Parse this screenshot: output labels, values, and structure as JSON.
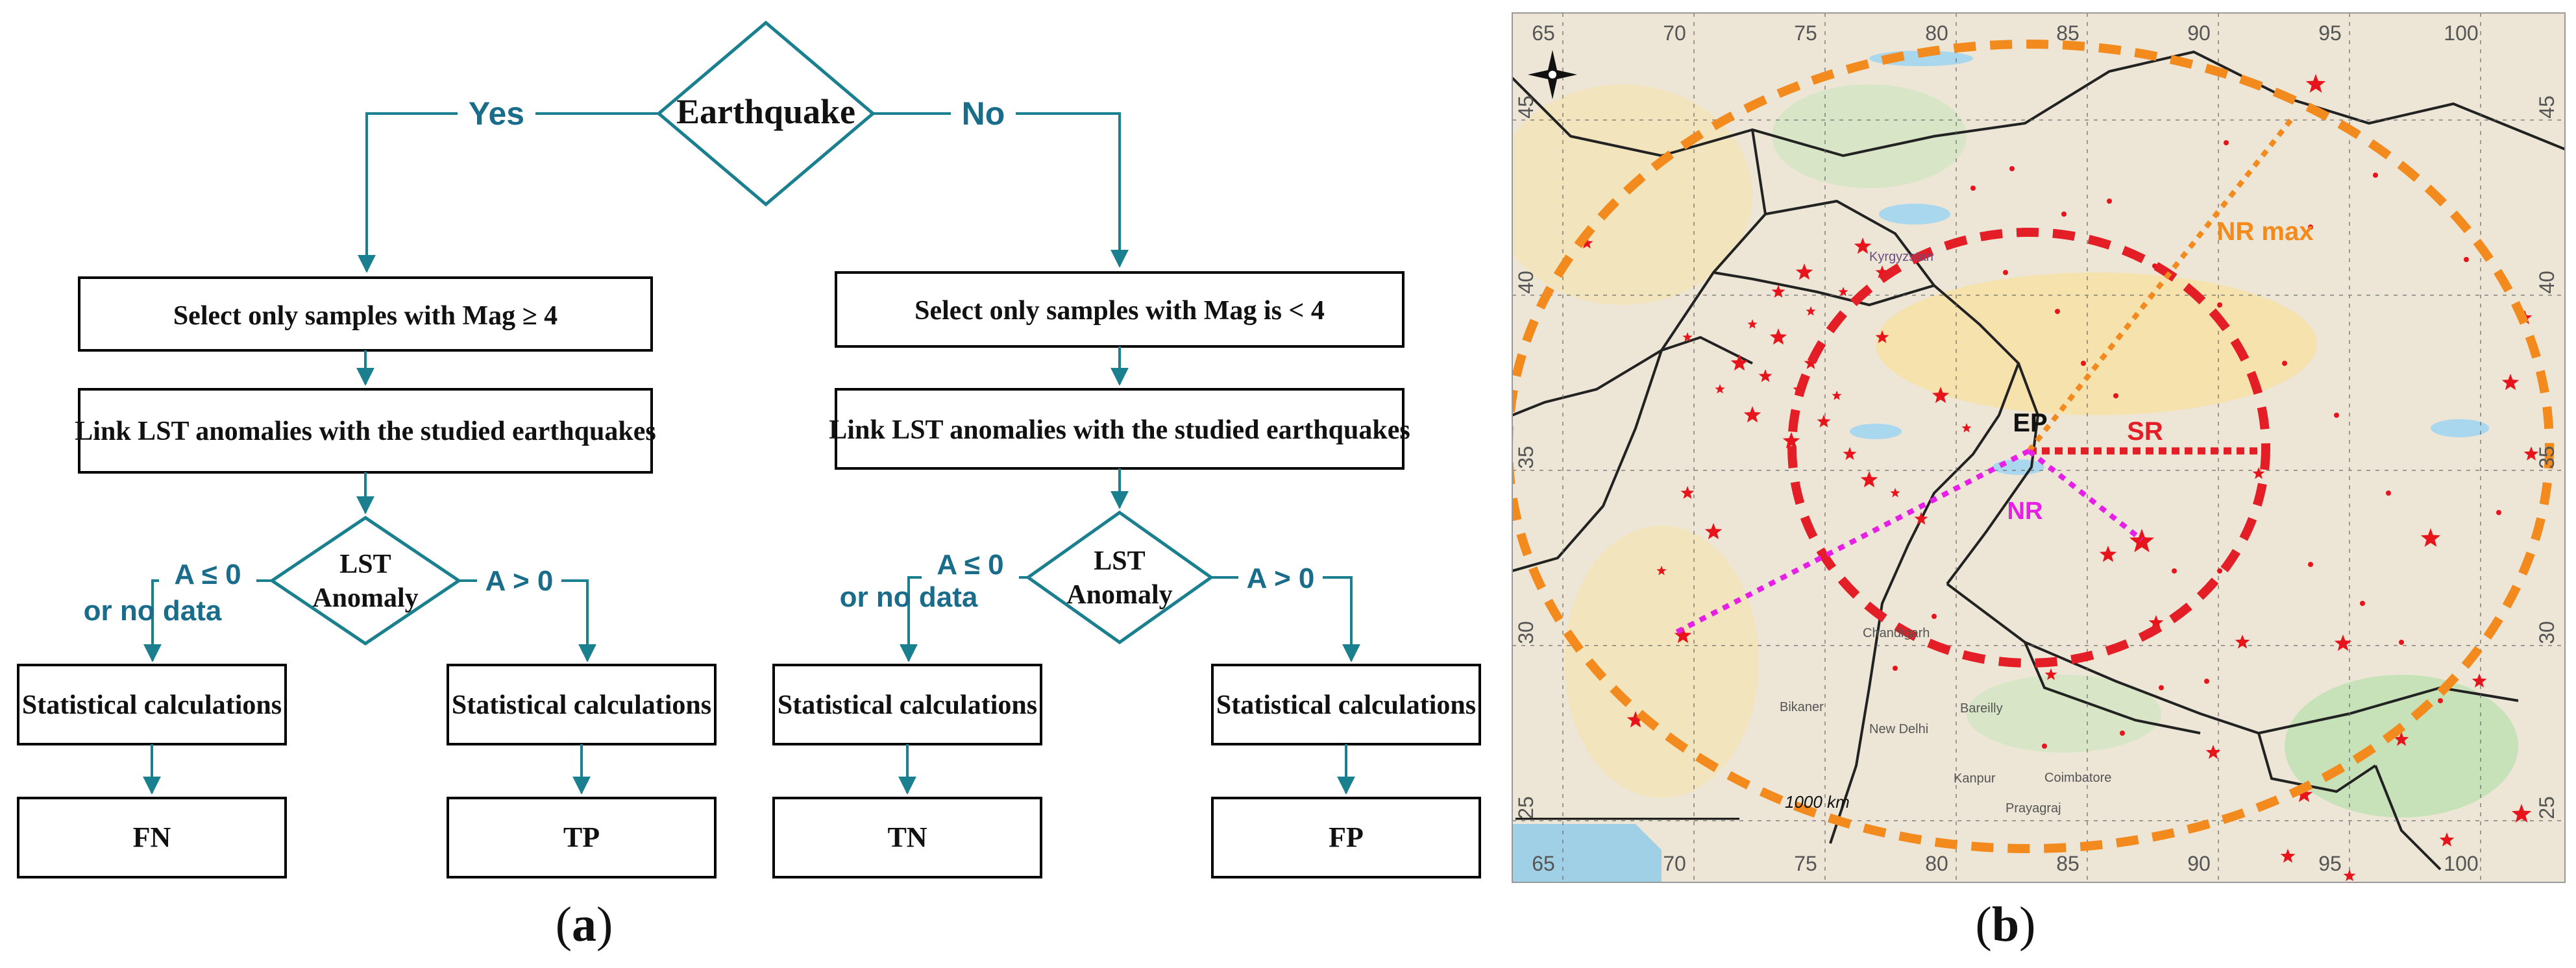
{
  "panel_a": {
    "decision_top": "Earthquake",
    "branch_yes": "Yes",
    "branch_no": "No",
    "left": {
      "select": "Select only samples with Mag ≥ 4",
      "link": "Link LST anomalies with the studied earthquakes",
      "decision_line1": "LST",
      "decision_line2": "Anomaly",
      "cond_left_line1": "A ≤ 0",
      "cond_left_line2": "or no data",
      "cond_right": "A > 0",
      "calc_left": "Statistical calculations",
      "calc_right": "Statistical calculations",
      "out_left": "FN",
      "out_right": "TP"
    },
    "right": {
      "select": "Select only samples with Mag is < 4",
      "link": "Link LST anomalies with the studied earthquakes",
      "decision_line1": "LST",
      "decision_line2": "Anomaly",
      "cond_left_line1": "A ≤ 0",
      "cond_left_line2": "or no data",
      "cond_right": "A > 0",
      "calc_left": "Statistical calculations",
      "calc_right": "Statistical calculations",
      "out_left": "TN",
      "out_right": "FP"
    },
    "caption_open": "(",
    "caption_letter": "a",
    "caption_close": ")"
  },
  "panel_b": {
    "lon_ticks": [
      "65",
      "70",
      "75",
      "80",
      "85",
      "90",
      "95",
      "100"
    ],
    "lat_ticks": [
      "45",
      "40",
      "35",
      "30",
      "25"
    ],
    "label_ep": "EP",
    "label_sr": "SR",
    "label_nr": "NR",
    "label_nrmax": "NR max",
    "scale_label": "1000 km",
    "place_names": [
      "Kyrgyzstan",
      "Chandigarh",
      "New Delhi",
      "Bikaner",
      "Bareilly",
      "Kanpur",
      "Prayagraj",
      "Coimbatore"
    ],
    "caption_open": "(",
    "caption_letter": "b",
    "caption_close": ")"
  },
  "colors": {
    "flow_stroke": "#1a7f8e",
    "flow_text": "#1a6d8a",
    "ring_outer": "#f28a1e",
    "ring_inner": "#e41e26",
    "nr_line": "#e61ee6",
    "star": "#e8141c"
  }
}
